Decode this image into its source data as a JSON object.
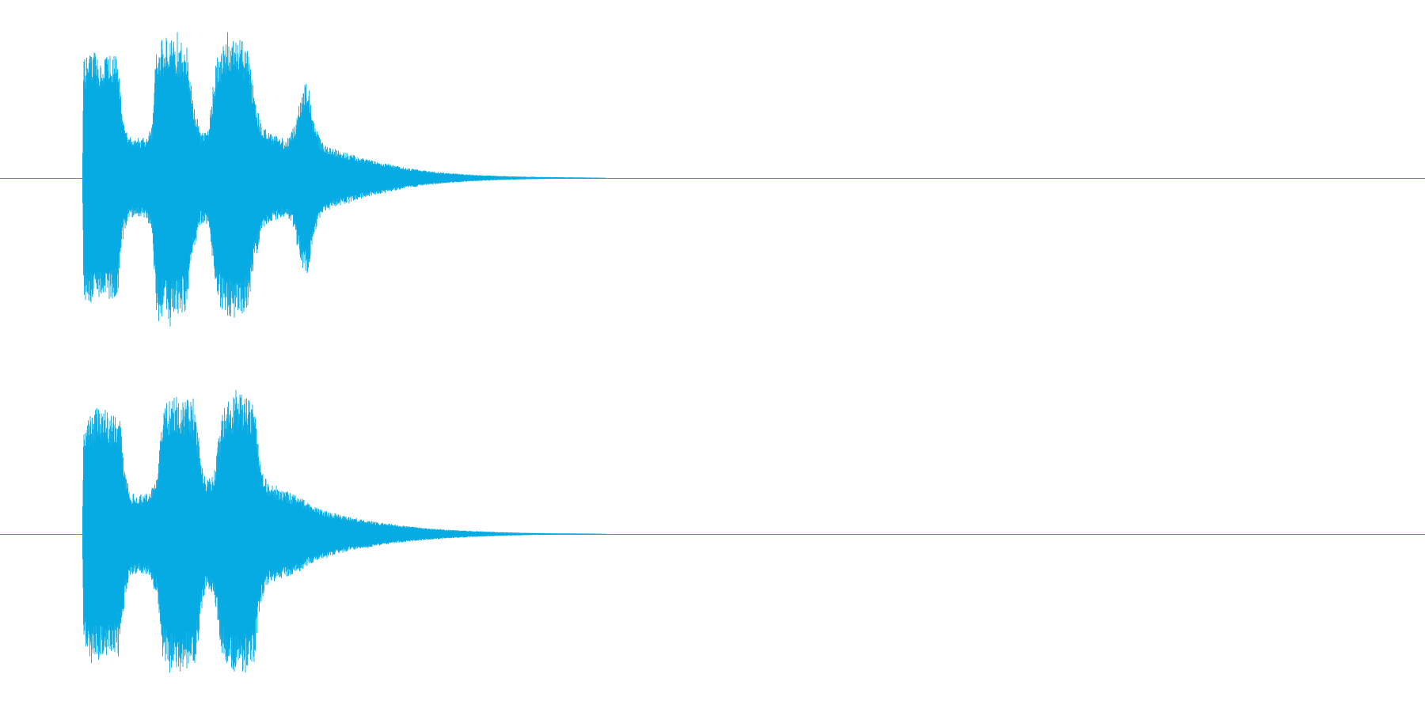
{
  "waveform": {
    "color": "#05ABE2",
    "background": "#FFFFFF",
    "duration_fraction_active": 0.39,
    "channels": [
      {
        "name": "channel-1",
        "envelope": [
          [
            0.0,
            0.0
          ],
          [
            0.001,
            0.78
          ],
          [
            0.006,
            0.85
          ],
          [
            0.012,
            0.82
          ],
          [
            0.02,
            0.83
          ],
          [
            0.026,
            0.82
          ],
          [
            0.03,
            0.4
          ],
          [
            0.034,
            0.28
          ],
          [
            0.04,
            0.25
          ],
          [
            0.048,
            0.28
          ],
          [
            0.052,
            0.35
          ],
          [
            0.055,
            0.88
          ],
          [
            0.06,
            0.93
          ],
          [
            0.066,
            0.95
          ],
          [
            0.072,
            0.92
          ],
          [
            0.078,
            0.88
          ],
          [
            0.082,
            0.55
          ],
          [
            0.088,
            0.3
          ],
          [
            0.094,
            0.32
          ],
          [
            0.1,
            0.82
          ],
          [
            0.106,
            0.91
          ],
          [
            0.112,
            0.93
          ],
          [
            0.118,
            0.92
          ],
          [
            0.124,
            0.86
          ],
          [
            0.128,
            0.55
          ],
          [
            0.134,
            0.35
          ],
          [
            0.14,
            0.3
          ],
          [
            0.146,
            0.28
          ],
          [
            0.152,
            0.25
          ],
          [
            0.158,
            0.35
          ],
          [
            0.164,
            0.6
          ],
          [
            0.168,
            0.65
          ],
          [
            0.172,
            0.4
          ],
          [
            0.178,
            0.24
          ],
          [
            0.186,
            0.2
          ],
          [
            0.196,
            0.17
          ],
          [
            0.21,
            0.13
          ],
          [
            0.225,
            0.1
          ],
          [
            0.24,
            0.07
          ],
          [
            0.255,
            0.05
          ],
          [
            0.27,
            0.035
          ],
          [
            0.29,
            0.022
          ],
          [
            0.31,
            0.014
          ],
          [
            0.33,
            0.009
          ],
          [
            0.35,
            0.006
          ],
          [
            0.37,
            0.004
          ],
          [
            0.39,
            0.002
          ],
          [
            0.4,
            0.0
          ]
        ]
      },
      {
        "name": "channel-2",
        "envelope": [
          [
            0.0,
            0.0
          ],
          [
            0.001,
            0.72
          ],
          [
            0.006,
            0.82
          ],
          [
            0.012,
            0.84
          ],
          [
            0.02,
            0.82
          ],
          [
            0.028,
            0.78
          ],
          [
            0.032,
            0.4
          ],
          [
            0.036,
            0.28
          ],
          [
            0.042,
            0.26
          ],
          [
            0.05,
            0.28
          ],
          [
            0.056,
            0.4
          ],
          [
            0.06,
            0.84
          ],
          [
            0.066,
            0.9
          ],
          [
            0.072,
            0.92
          ],
          [
            0.078,
            0.9
          ],
          [
            0.084,
            0.86
          ],
          [
            0.088,
            0.55
          ],
          [
            0.092,
            0.35
          ],
          [
            0.098,
            0.4
          ],
          [
            0.104,
            0.82
          ],
          [
            0.11,
            0.9
          ],
          [
            0.116,
            0.94
          ],
          [
            0.122,
            0.92
          ],
          [
            0.128,
            0.86
          ],
          [
            0.132,
            0.5
          ],
          [
            0.138,
            0.34
          ],
          [
            0.146,
            0.3
          ],
          [
            0.154,
            0.28
          ],
          [
            0.162,
            0.25
          ],
          [
            0.17,
            0.2
          ],
          [
            0.18,
            0.16
          ],
          [
            0.192,
            0.13
          ],
          [
            0.205,
            0.1
          ],
          [
            0.22,
            0.08
          ],
          [
            0.235,
            0.06
          ],
          [
            0.25,
            0.045
          ],
          [
            0.27,
            0.03
          ],
          [
            0.29,
            0.02
          ],
          [
            0.31,
            0.013
          ],
          [
            0.33,
            0.008
          ],
          [
            0.35,
            0.005
          ],
          [
            0.38,
            0.003
          ],
          [
            0.4,
            0.0
          ]
        ]
      }
    ]
  }
}
